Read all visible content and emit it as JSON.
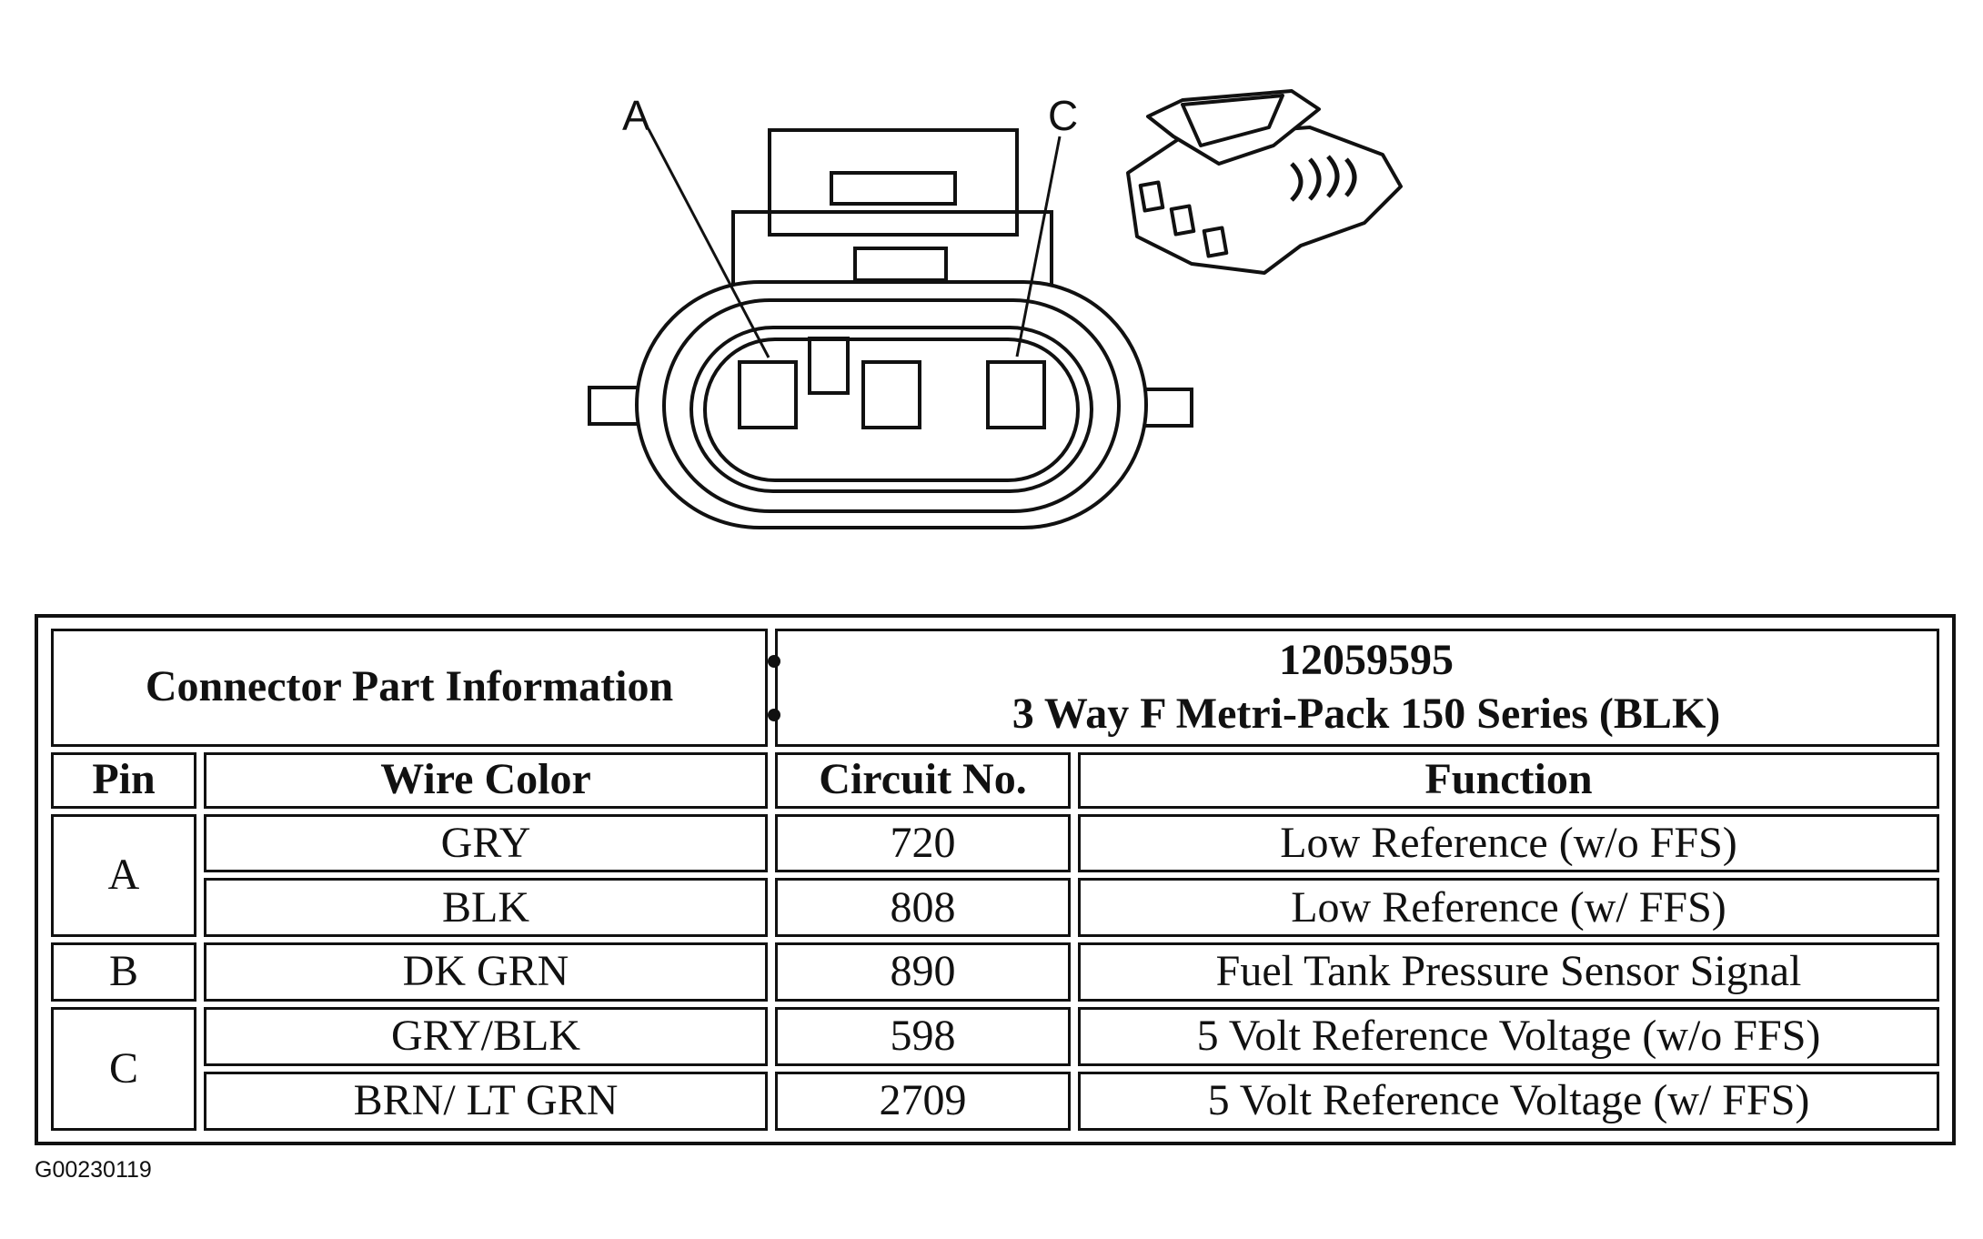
{
  "diagram": {
    "label_a": "A",
    "label_c": "C"
  },
  "table": {
    "part_info_header": "Connector Part Information",
    "part_info_items": [
      "12059595",
      "3 Way F Metri-Pack 150 Series (BLK)"
    ],
    "columns": [
      "Pin",
      "Wire Color",
      "Circuit No.",
      "Function"
    ],
    "rows": [
      {
        "pin": "A",
        "wire_color": "GRY",
        "circuit": "720",
        "function": "Low Reference (w/o FFS)"
      },
      {
        "pin": "",
        "wire_color": "BLK",
        "circuit": "808",
        "function": "Low Reference (w/ FFS)"
      },
      {
        "pin": "B",
        "wire_color": "DK GRN",
        "circuit": "890",
        "function": "Fuel Tank Pressure Sensor Signal"
      },
      {
        "pin": "C",
        "wire_color": "GRY/BLK",
        "circuit": "598",
        "function": "5 Volt Reference Voltage (w/o FFS)"
      },
      {
        "pin": "",
        "wire_color": "BRN/ LT GRN",
        "circuit": "2709",
        "function": "5 Volt Reference Voltage (w/ FFS)"
      }
    ]
  },
  "figure_id": "G00230119"
}
